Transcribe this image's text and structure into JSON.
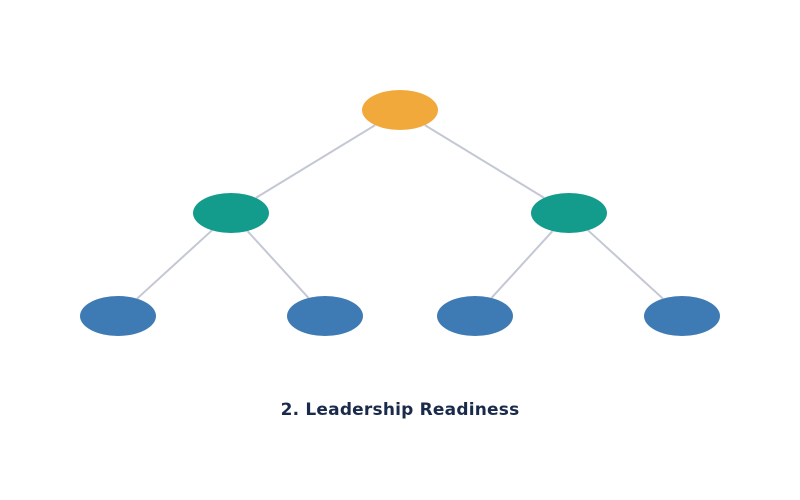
{
  "caption": "2. Leadership Readiness",
  "colors": {
    "background": "#ffffff",
    "edge": "#c3c8d4",
    "root": "#f2a93b",
    "middle": "#139b8c",
    "leaf": "#3e7ab3",
    "caption": "#1a2a4a"
  },
  "tree": {
    "nodes": [
      {
        "id": "root",
        "level": "root"
      },
      {
        "id": "mid-left",
        "level": "middle",
        "parent": "root"
      },
      {
        "id": "mid-right",
        "level": "middle",
        "parent": "root"
      },
      {
        "id": "leaf-1",
        "level": "leaf",
        "parent": "mid-left"
      },
      {
        "id": "leaf-2",
        "level": "leaf",
        "parent": "mid-left"
      },
      {
        "id": "leaf-3",
        "level": "leaf",
        "parent": "mid-right"
      },
      {
        "id": "leaf-4",
        "level": "leaf",
        "parent": "mid-right"
      }
    ]
  }
}
